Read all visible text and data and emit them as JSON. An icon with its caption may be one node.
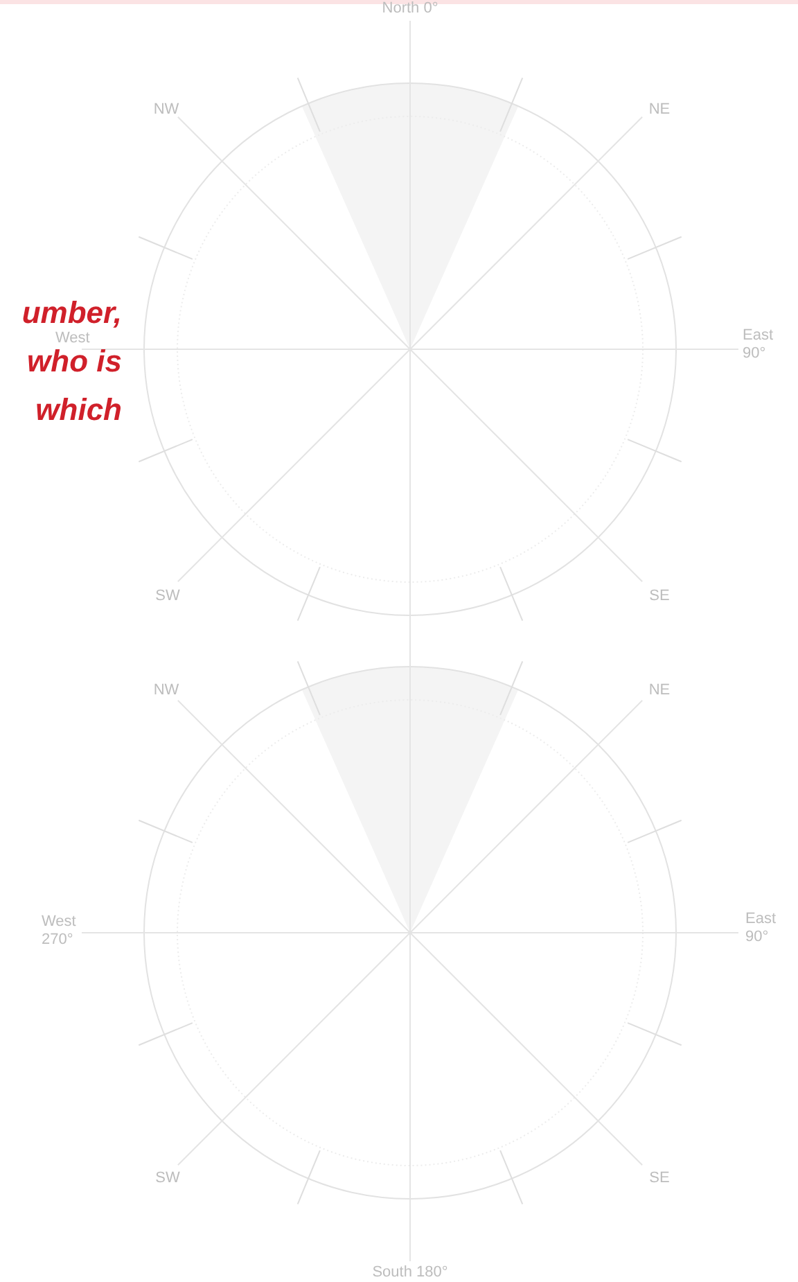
{
  "diagram": {
    "labels": [
      "North 0°",
      "NW",
      "NE",
      "umber, who is which",
      "West",
      "East 90°",
      "SW",
      "SE",
      "NW",
      "NE",
      "West 270°",
      "East 90°",
      "SW",
      "SE",
      "South 180°"
    ]
  }
}
